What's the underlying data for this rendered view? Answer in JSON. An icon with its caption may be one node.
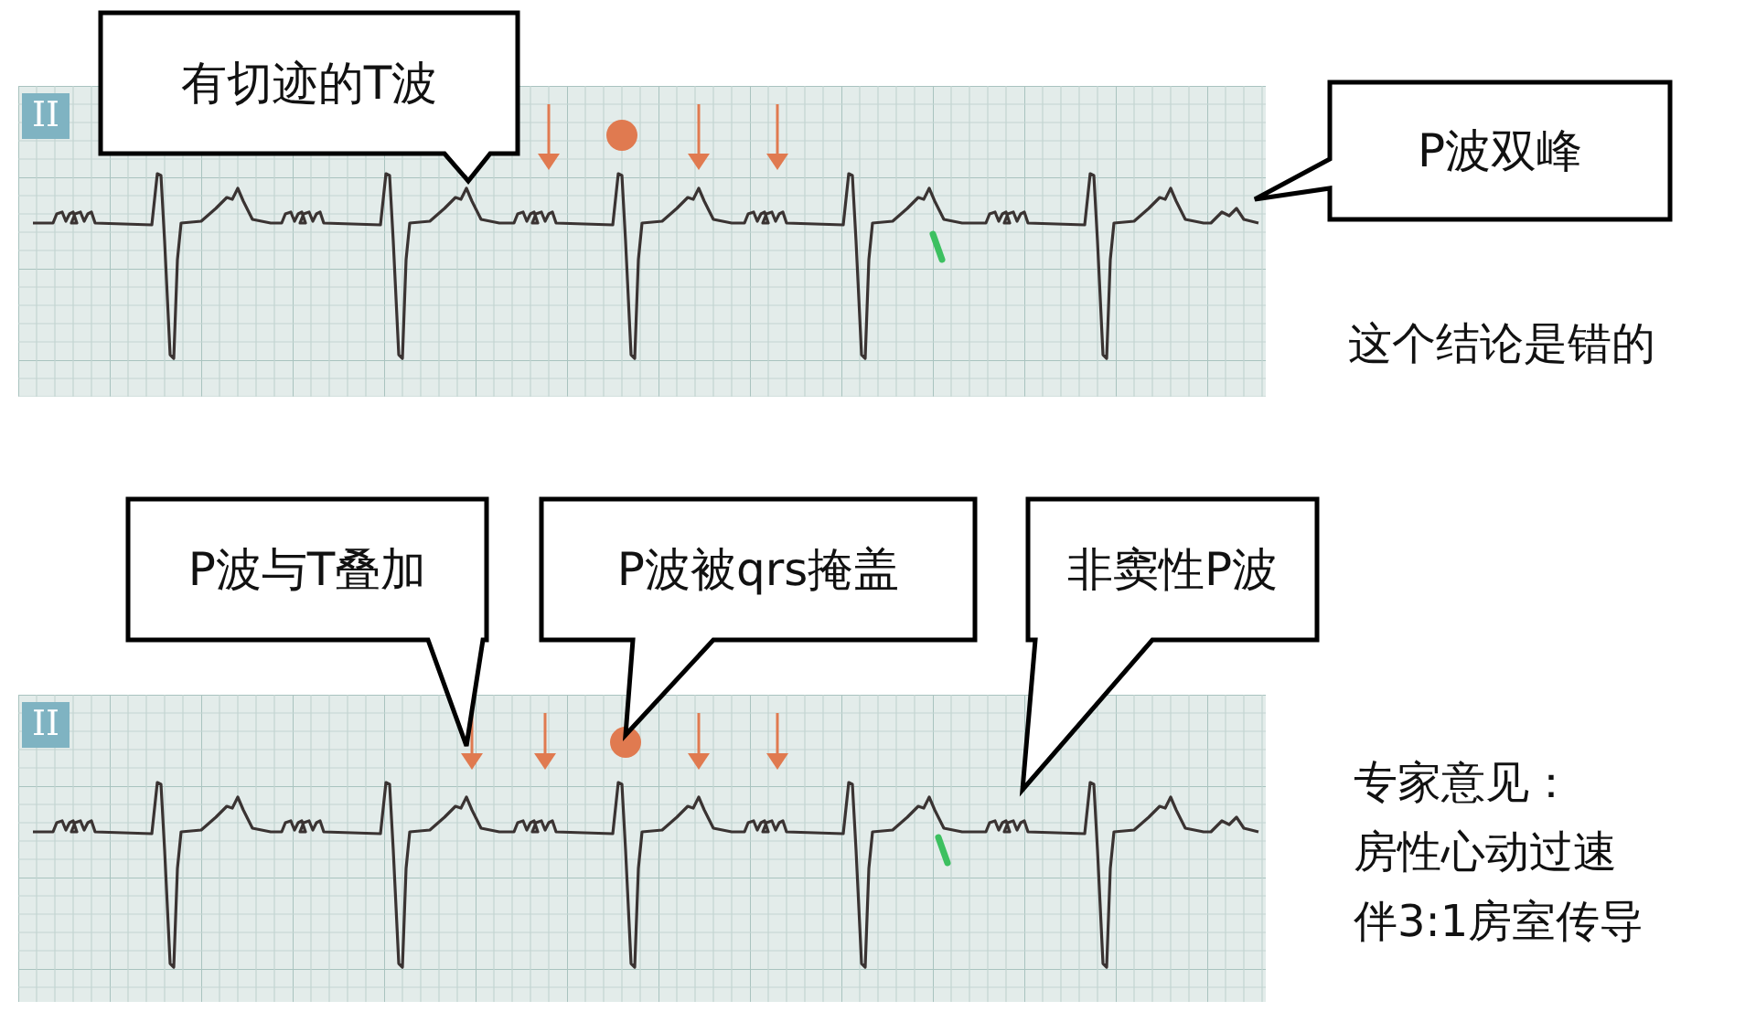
{
  "diagram": {
    "nodes": [
      {
        "text": [
          "有切迹的T波"
        ]
      },
      {
        "text": [
          "P波双峰"
        ]
      },
      {
        "text": [
          "P波与T叠加"
        ]
      },
      {
        "text": [
          "P波被qrs掩盖"
        ]
      },
      {
        "text": [
          "非窦性P波"
        ]
      }
    ],
    "labels": [
      "II",
      "这个结论是错的",
      "II",
      "专家意见：",
      "房性心动过速",
      "伴3:1房室传导"
    ]
  }
}
